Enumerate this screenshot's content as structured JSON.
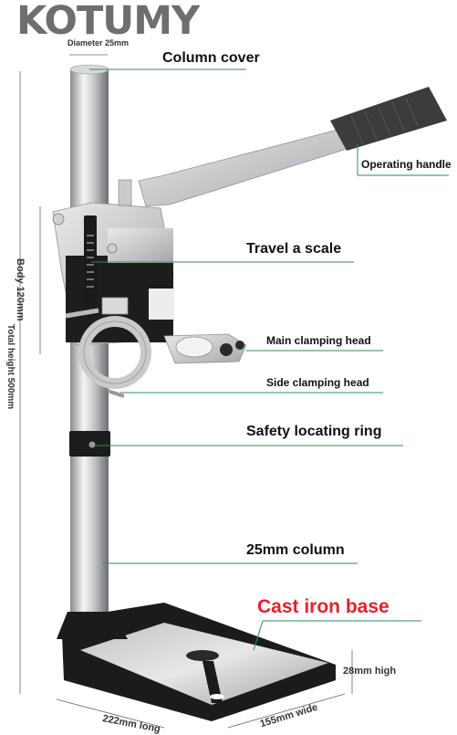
{
  "brand": {
    "name": "KOTUMY"
  },
  "dimensions": {
    "diameter": "Diameter 25mm",
    "body": "Body 120mm",
    "total_height": "Total height 500mm",
    "base_height": "28mm high",
    "length": "222mm long",
    "width": "155mm wide"
  },
  "labels": {
    "column_cover": "Column cover",
    "operating_handle": "Operating handle",
    "travel_scale": "Travel a scale",
    "main_clamping_head": "Main clamping head",
    "side_clamping_head": "Side clamping head",
    "safety_ring": "Safety locating ring",
    "column": "25mm column",
    "cast_iron_base": "Cast iron base"
  },
  "colors": {
    "accent_line": "#2e8b57",
    "highlight": "#e8202a",
    "brand": "#6d6e71"
  }
}
